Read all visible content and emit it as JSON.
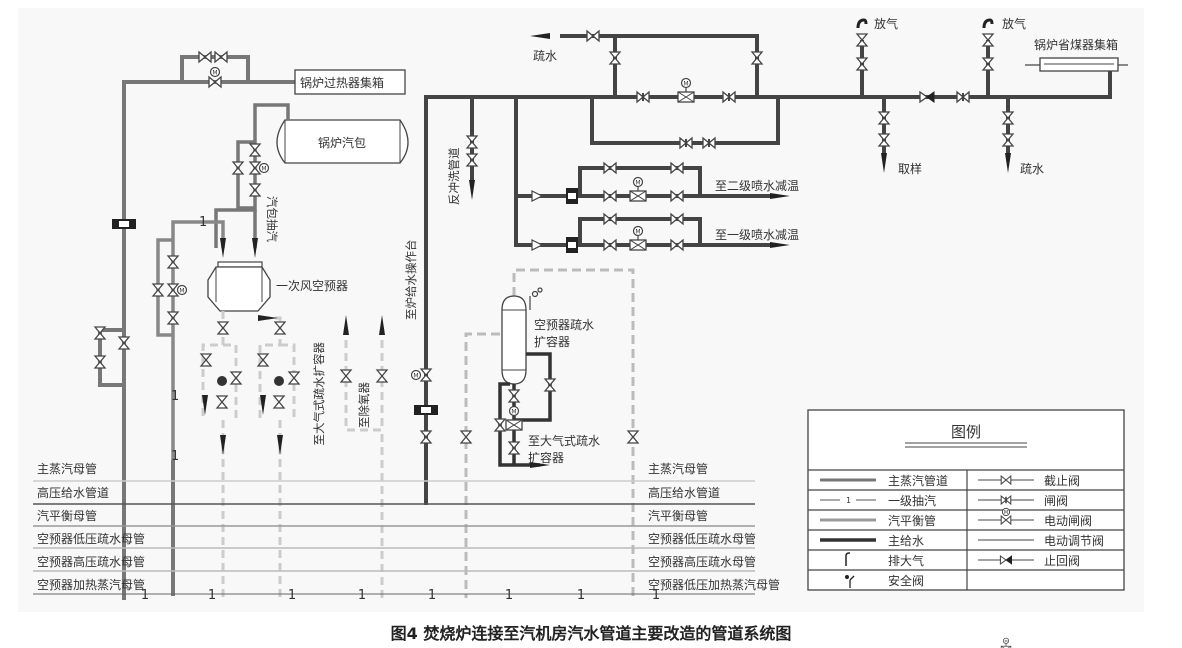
{
  "caption": "图4   焚烧炉连接至汽机房汽水管道主要改造的管道系统图",
  "colors": {
    "main_steam": "#777777",
    "feedwater": "#444444",
    "extraction": "#999999",
    "balance": "#bbbbbb",
    "background": "#f8f8f8"
  },
  "labels": {
    "superheater_header": "锅炉过热器集箱",
    "boiler_drum": "锅炉汽包",
    "drum_extraction": "汽包抽汽",
    "primary_air_heater": "一次风空预器",
    "to_atm_drain_expander": "至大气式疏水扩容器",
    "to_deaerator": "至除氧器",
    "to_feedwater_station": "至炉给水操作台",
    "backflush_pipe": "反冲洗管道",
    "drain_top": "疏水",
    "to_secondary_spray": "至二级喷水减温",
    "to_primary_spray": "至一级喷水减温",
    "vent_1": "放气",
    "vent_2": "放气",
    "economizer_header": "锅炉省煤器集箱",
    "sampling": "取样",
    "drain_right": "疏水",
    "airheater_drain_expander_l1": "空预器疏水",
    "airheater_drain_expander_l2": "扩容器",
    "to_atm_expander_l1": "至大气式疏水",
    "to_atm_expander_l2": "扩容器",
    "extraction_mark": "1"
  },
  "headers_left": [
    "主蒸汽母管",
    "高压给水管道",
    "汽平衡母管",
    "空预器低压疏水母管",
    "空预器高压疏水母管",
    "空预器加热蒸汽母管"
  ],
  "headers_right": [
    "主蒸汽母管",
    "高压给水管道",
    "汽平衡母管",
    "空预器低压疏水母管",
    "空预器高压疏水母管",
    "空预器低压加热蒸汽母管"
  ],
  "legend": {
    "title": "图例",
    "left": [
      {
        "symbol": "main-steam-line",
        "label": "主蒸汽管道"
      },
      {
        "symbol": "extraction-line",
        "label": "一级抽汽"
      },
      {
        "symbol": "balance-line",
        "label": "汽平衡管"
      },
      {
        "symbol": "feedwater-line",
        "label": "主给水"
      },
      {
        "symbol": "vent-icon",
        "label": "排大气"
      },
      {
        "symbol": "safety-valve-icon",
        "label": "安全阀"
      }
    ],
    "right": [
      {
        "symbol": "globe-valve-icon",
        "label": "截止阀"
      },
      {
        "symbol": "gate-valve-icon",
        "label": "闸阀"
      },
      {
        "symbol": "motor-gate-valve-icon",
        "label": "电动闸阀"
      },
      {
        "symbol": "motor-control-valve-icon",
        "label": "电动调节阀"
      },
      {
        "symbol": "check-valve-icon",
        "label": "止回阀"
      }
    ]
  }
}
